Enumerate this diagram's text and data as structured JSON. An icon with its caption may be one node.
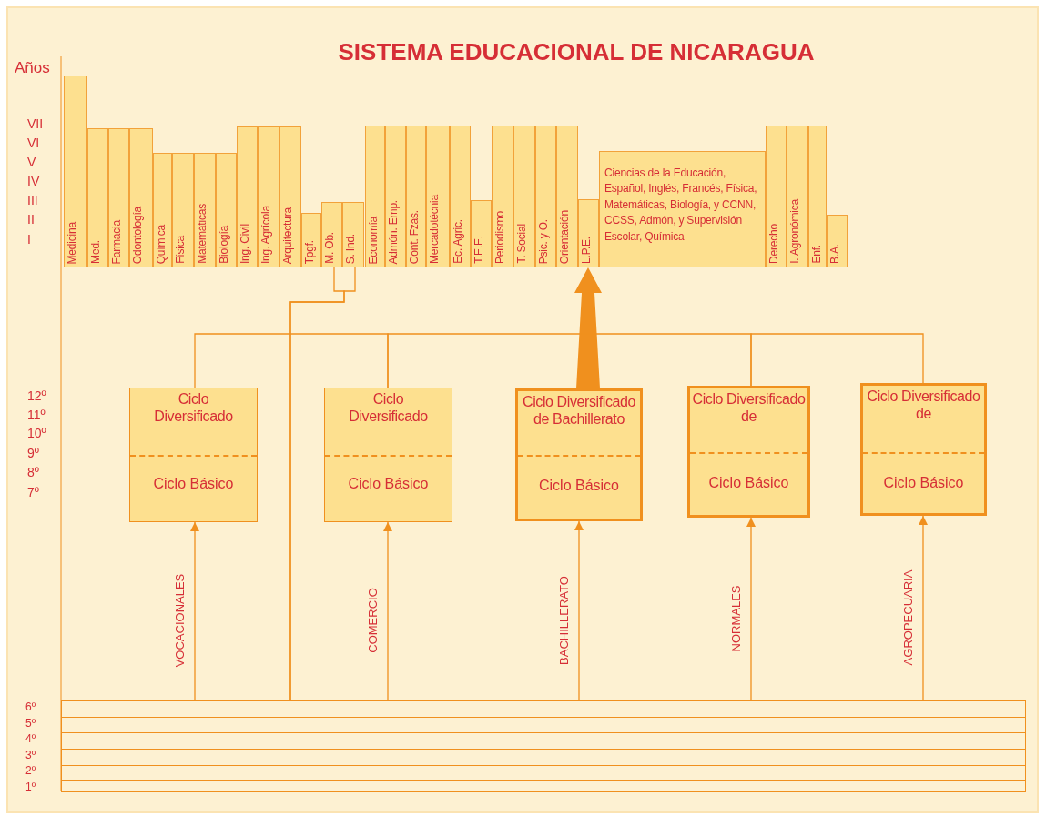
{
  "diagram": {
    "title": "SISTEMA EDUCACIONAL DE NICARAGUA",
    "nodes": [
      {
        "text": [
          "Medicina"
        ]
      },
      {
        "text": [
          "Med."
        ]
      },
      {
        "text": [
          "Farmacia"
        ]
      },
      {
        "text": [
          "Odontología"
        ]
      },
      {
        "text": [
          "Química"
        ]
      },
      {
        "text": [
          "Física"
        ]
      },
      {
        "text": [
          "Matemáticas"
        ]
      },
      {
        "text": [
          "Biología"
        ]
      },
      {
        "text": [
          "Ing. Civil"
        ]
      },
      {
        "text": [
          "Ing. Agrícola"
        ]
      },
      {
        "text": [
          "Arquitectura"
        ]
      },
      {
        "text": [
          "Tpgf."
        ]
      },
      {
        "text": [
          "M. Ob."
        ]
      },
      {
        "text": [
          "S. Ind."
        ]
      },
      {
        "text": [
          "Economía"
        ]
      },
      {
        "text": [
          "Admón. Emp."
        ]
      },
      {
        "text": [
          "Cont. Fzas."
        ]
      },
      {
        "text": [
          "Mercadotécnia"
        ]
      },
      {
        "text": [
          "Ec. Agric."
        ]
      },
      {
        "text": [
          "T.E.E."
        ]
      },
      {
        "text": [
          "Periodismo"
        ]
      },
      {
        "text": [
          "T. Social"
        ]
      },
      {
        "text": [
          "Psic. y O."
        ]
      },
      {
        "text": [
          "Orientación"
        ]
      },
      {
        "text": [
          "L.P.E."
        ]
      },
      {
        "text": [
          "Ciencias de la Educación, Español, Inglés, Francés, Física, Matemáticas, Biología, y CCNN, CCSS, Admón, y Supervisión Escolar, Química"
        ]
      },
      {
        "text": [
          "Derecho"
        ]
      },
      {
        "text": [
          "I. Agronómica"
        ]
      },
      {
        "text": [
          "Enf."
        ]
      },
      {
        "text": [
          "B.A."
        ]
      },
      {
        "text": [
          "Ciclo Diversificado",
          "Ciclo Básico"
        ]
      },
      {
        "text": [
          "Ciclo Diversificado",
          "Ciclo Básico"
        ]
      },
      {
        "text": [
          "Ciclo Diversificado de Bachillerato",
          "Ciclo Básico"
        ]
      },
      {
        "text": [
          "Ciclo Diversificado de",
          "Ciclo Básico"
        ]
      },
      {
        "text": [
          "Ciclo Diversificado de",
          "Ciclo Básico"
        ]
      },
      {
        "text": [],
        "shape": "box"
      }
    ],
    "edges": [
      {
        "from": 35,
        "to": 30,
        "arrow": "to",
        "label": "VOCACIONALES"
      },
      {
        "from": 35,
        "to": 31,
        "arrow": "to",
        "label": "COMERCIO"
      },
      {
        "from": 35,
        "to": 32,
        "arrow": "to",
        "label": "BACHILLERATO"
      },
      {
        "from": 35,
        "to": 33,
        "arrow": "to",
        "label": "NORMALES"
      },
      {
        "from": 35,
        "to": 34,
        "arrow": "to",
        "label": "AGROPECUARIA"
      },
      {
        "from": 32,
        "to": 24,
        "arrow": "to",
        "style": "thick"
      },
      {
        "from": 30,
        "to": 31,
        "arrow": "none"
      },
      {
        "from": 31,
        "to": 33,
        "arrow": "none"
      },
      {
        "from": 33,
        "to": 34,
        "arrow": "none"
      },
      {
        "from": 35,
        "to": 12,
        "arrow": "none"
      },
      {
        "from": 35,
        "to": 13,
        "arrow": "none"
      }
    ],
    "labels": [
      "Años",
      "VII",
      "VI",
      "V",
      "IV",
      "III",
      "II",
      "I",
      "12º",
      "11º",
      "10º",
      "9º",
      "8º",
      "7º",
      "6º",
      "5º",
      "4º",
      "3º",
      "2º",
      "1º"
    ]
  }
}
